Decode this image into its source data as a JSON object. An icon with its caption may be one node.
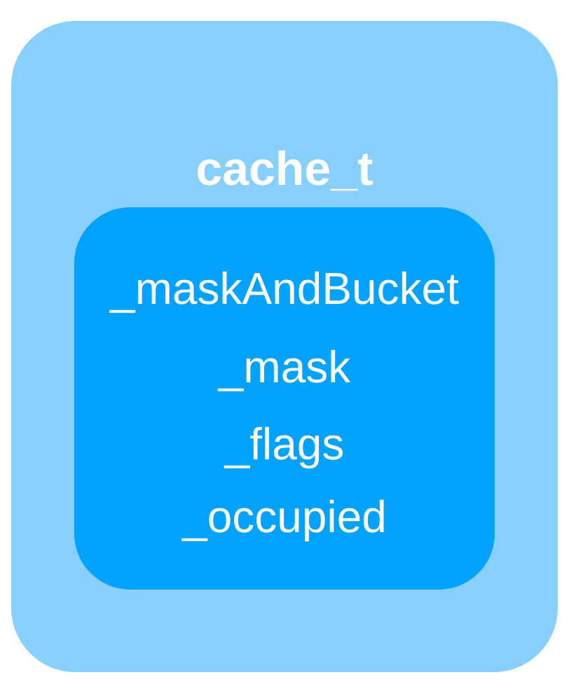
{
  "diagram": {
    "nodes": [
      {
        "text": [
          "cache_t"
        ]
      },
      {
        "text": [
          "_maskAndBucket",
          "_mask",
          "_flags",
          "_occupied"
        ],
        "in": 0
      }
    ]
  }
}
